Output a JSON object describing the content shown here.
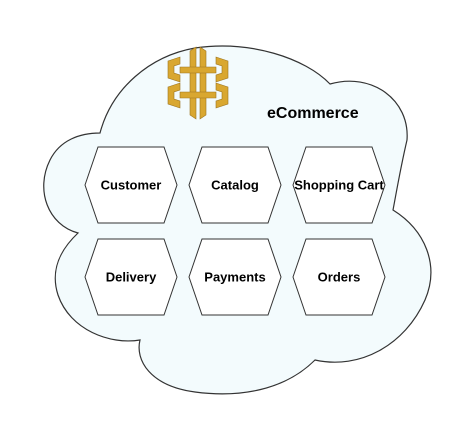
{
  "diagram": {
    "title": "eCommerce",
    "logo_icon": "aws-api-gateway-icon",
    "cloud_fill": "#f3fbfd",
    "cloud_stroke": "#333333",
    "hex_fill": "#ffffff",
    "hex_stroke": "#333333",
    "logo_color": "#d9a730",
    "services": [
      {
        "label": "Customer"
      },
      {
        "label": "Catalog"
      },
      {
        "label": "Shopping Cart"
      },
      {
        "label": "Delivery"
      },
      {
        "label": "Payments"
      },
      {
        "label": "Orders"
      }
    ]
  }
}
